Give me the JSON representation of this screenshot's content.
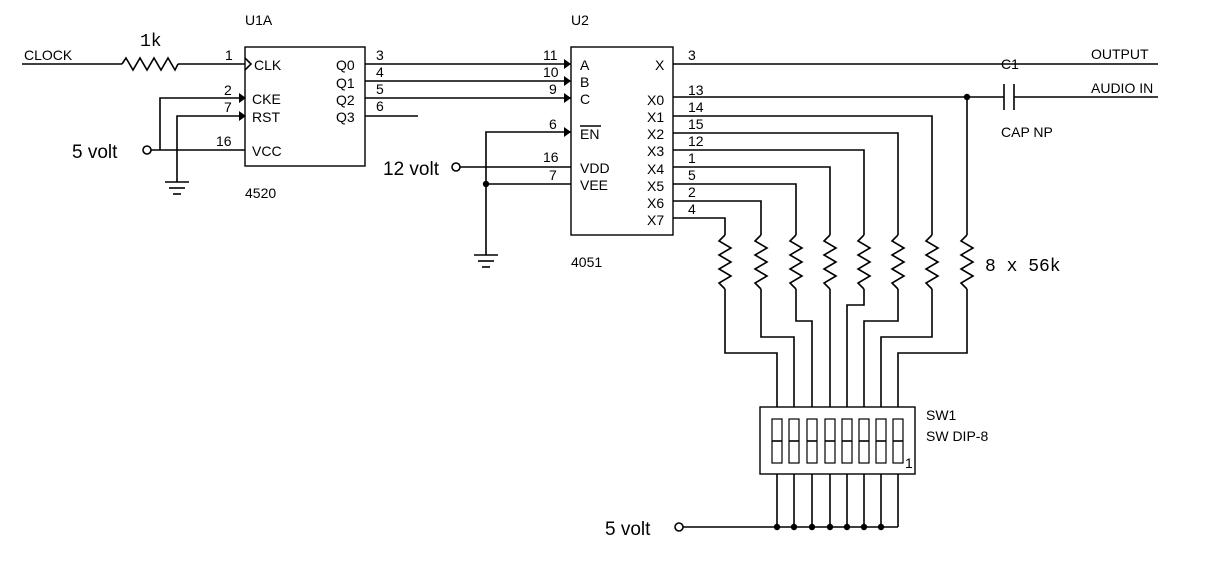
{
  "u1": {
    "ref": "U1A",
    "part": "4520",
    "pins": {
      "clk": {
        "name": "CLK",
        "num": "1"
      },
      "cke": {
        "name": "CKE",
        "num": "2"
      },
      "rst": {
        "name": "RST",
        "num": "7"
      },
      "vcc": {
        "name": "VCC",
        "num": "16"
      },
      "q0": {
        "name": "Q0",
        "num": "3"
      },
      "q1": {
        "name": "Q1",
        "num": "4"
      },
      "q2": {
        "name": "Q2",
        "num": "5"
      },
      "q3": {
        "name": "Q3",
        "num": "6"
      }
    }
  },
  "u2": {
    "ref": "U2",
    "part": "4051",
    "pins": {
      "a": {
        "name": "A",
        "num": "11"
      },
      "b": {
        "name": "B",
        "num": "10"
      },
      "c": {
        "name": "C",
        "num": "9"
      },
      "en": {
        "name": "EN",
        "num": "6"
      },
      "vdd": {
        "name": "VDD",
        "num": "16"
      },
      "vee": {
        "name": "VEE",
        "num": "7"
      },
      "x": {
        "name": "X",
        "num": "3"
      },
      "x0": {
        "name": "X0",
        "num": "13"
      },
      "x1": {
        "name": "X1",
        "num": "14"
      },
      "x2": {
        "name": "X2",
        "num": "15"
      },
      "x3": {
        "name": "X3",
        "num": "12"
      },
      "x4": {
        "name": "X4",
        "num": "1"
      },
      "x5": {
        "name": "X5",
        "num": "5"
      },
      "x6": {
        "name": "X6",
        "num": "2"
      },
      "x7": {
        "name": "X7",
        "num": "4"
      }
    }
  },
  "r1": {
    "value": "1k"
  },
  "rnet": {
    "label": "8 x 56k"
  },
  "c1": {
    "ref": "C1",
    "type": "CAP NP"
  },
  "sw1": {
    "ref": "SW1",
    "type": "SW DIP-8",
    "pin1": "1"
  },
  "nets": {
    "clock": "CLOCK",
    "output": "OUTPUT",
    "audio_in": "AUDIO IN",
    "five_volt_a": "5 volt",
    "twelve_volt": "12 volt",
    "five_volt_b": "5 volt"
  }
}
